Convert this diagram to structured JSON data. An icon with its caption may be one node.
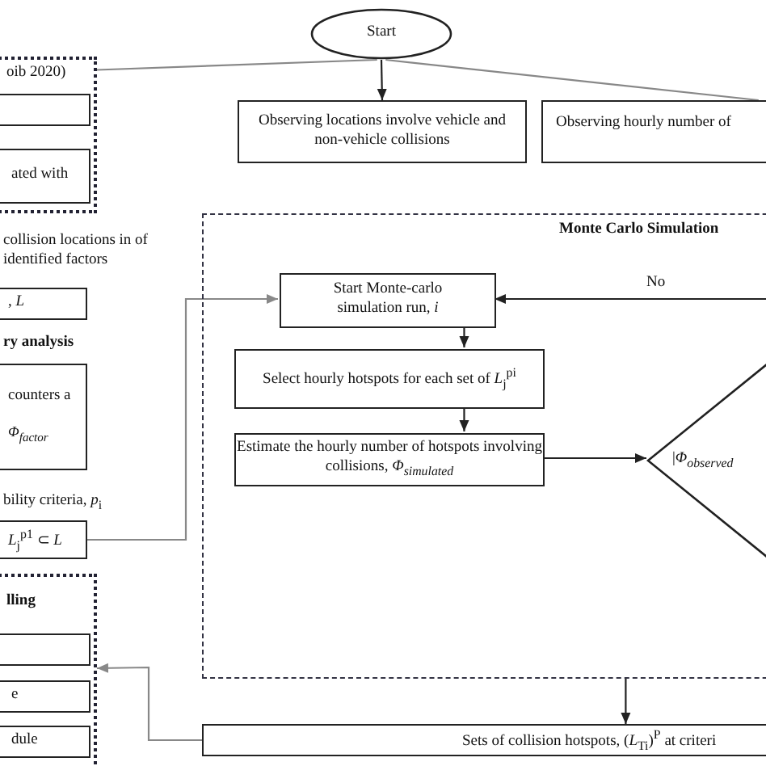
{
  "diagram": {
    "nodes": [
      {
        "text": [
          "Start"
        ]
      },
      {
        "text": [
          "oib 2020)"
        ]
      },
      {
        "text": [],
        "shape": "box",
        "in": 1
      },
      {
        "text": [
          "ated with"
        ],
        "in": 1
      },
      {
        "text": [
          ", *L*"
        ]
      },
      {
        "text": [
          "counters a",
          "*Φ$_{factor}$*"
        ]
      },
      {
        "text": [
          "*L*$_{j}$$^{p1}$ ⊂ *L*"
        ]
      },
      {
        "text": [
          "lling"
        ]
      },
      {
        "text": [],
        "shape": "box",
        "in": 7
      },
      {
        "text": [
          "e"
        ],
        "in": 7
      },
      {
        "text": [
          "dule"
        ],
        "in": 7
      },
      {
        "text": [
          "Observing locations involve vehicle and non-vehicle collisions"
        ]
      },
      {
        "text": [
          "Observing hourly number of"
        ]
      },
      {
        "text": [
          "Monte Carlo Simulation"
        ]
      },
      {
        "text": [
          "Start Monte-carlo simulation run, *i*"
        ],
        "in": 13
      },
      {
        "text": [
          "Select hourly hotspots for each set of *L*$_{j}$$^{pi}$"
        ],
        "in": 13
      },
      {
        "text": [
          "Estimate the hourly number of hotspots involving collisions, *Φ$_{simulated}$*"
        ],
        "in": 13
      },
      {
        "text": [
          "|*Φ$_{observed}$*"
        ]
      },
      {
        "text": [
          "Sets of collision hotspots, (*L*$_{Ti}$)$^{P}$ at criteri"
        ]
      }
    ],
    "edges": [
      {
        "from": 0,
        "to": 1,
        "arrow": "none",
        "color": "#888888"
      },
      {
        "from": 0,
        "to": 11,
        "arrow": "to"
      },
      {
        "from": 0,
        "to": 12,
        "arrow": "none",
        "color": "#888888"
      },
      {
        "from": 6,
        "to": 14,
        "arrow": "to",
        "color": "#888888"
      },
      {
        "from": null,
        "to": 14,
        "arrow": "to",
        "label": "No"
      },
      {
        "from": 14,
        "to": 15,
        "arrow": "to"
      },
      {
        "from": 15,
        "to": 16,
        "arrow": "to"
      },
      {
        "from": 16,
        "to": 17,
        "arrow": "to"
      },
      {
        "from": 13,
        "to": 18,
        "arrow": "to"
      },
      {
        "from": 18,
        "to": 7,
        "arrow": "to",
        "color": "#888888"
      }
    ],
    "labels": [
      "collision locations in of identified factors",
      "ry analysis",
      "bility criteria, *p*$_{i}$"
    ]
  }
}
